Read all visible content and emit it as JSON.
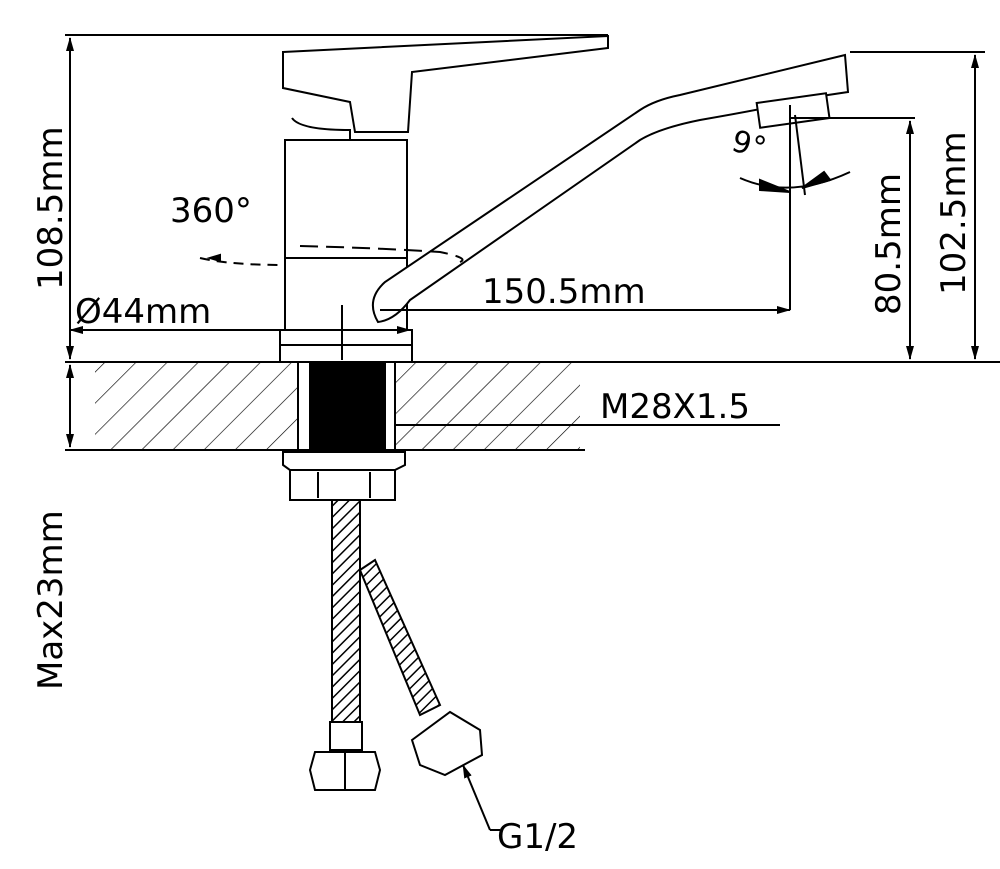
{
  "title": "Faucet dimension drawing",
  "labels": {
    "height_total": "108.5mm",
    "rotation": "360°",
    "diameter": "Ø44mm",
    "spout_reach": "150.5mm",
    "aerator_angle": "9°",
    "spout_height": "80.5mm",
    "spout_top_height": "102.5mm",
    "thread": "M28X1.5",
    "max_countertop": "Max23mm",
    "hose_connection": "G1/2"
  },
  "colors": {
    "line": "#000000",
    "background": "#ffffff"
  }
}
